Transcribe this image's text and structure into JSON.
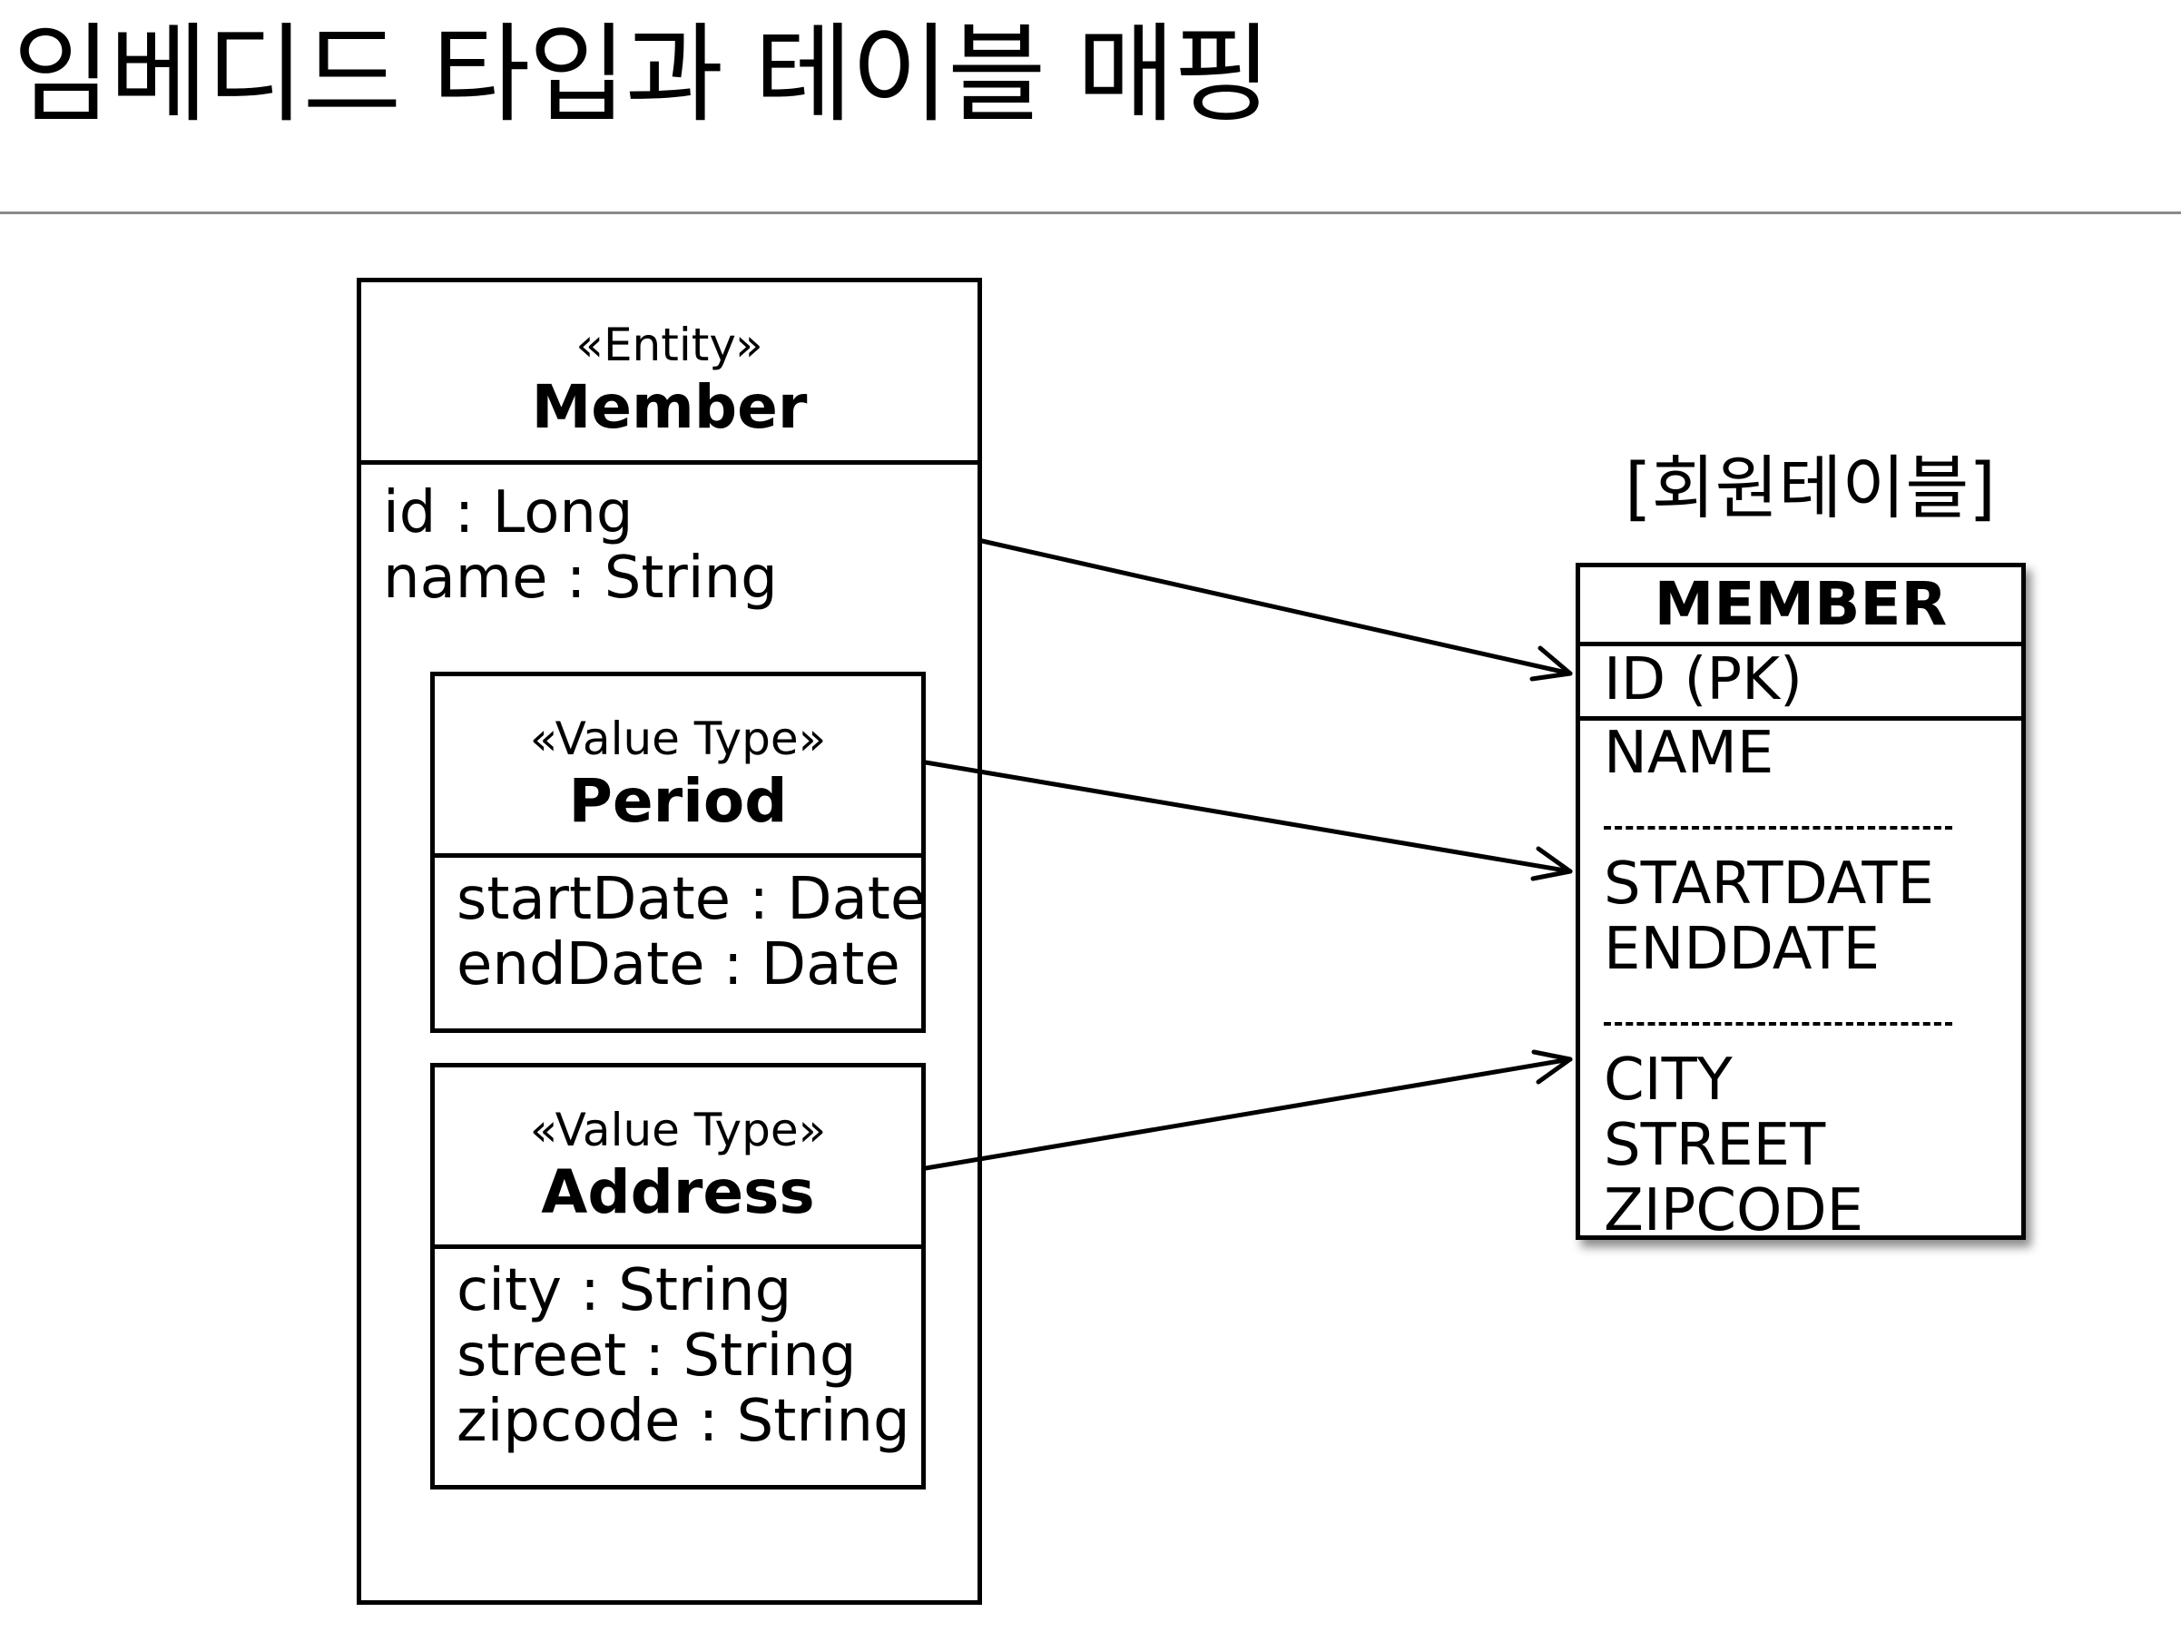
{
  "slide": {
    "title": "임베디드 타입과 테이블 매핑"
  },
  "entity": {
    "stereotype": "«Entity»",
    "name": "Member",
    "attributes": [
      "id : Long",
      "name : String"
    ]
  },
  "value_types": [
    {
      "stereotype": "«Value Type»",
      "name": "Period",
      "attributes": [
        "startDate : Date",
        "endDate : Date"
      ]
    },
    {
      "stereotype": "«Value Type»",
      "name": "Address",
      "attributes": [
        "city : String",
        "street : String",
        "zipcode : String"
      ]
    }
  ],
  "table": {
    "label": "[회원테이블]",
    "name": "MEMBER",
    "pk_column": "ID (PK)",
    "column_groups": [
      [
        "NAME"
      ],
      [
        "STARTDATE",
        "ENDDATE"
      ],
      [
        "CITY",
        "STREET",
        "ZIPCODE"
      ]
    ]
  },
  "mappings": [
    {
      "from": "Member",
      "to": "ID (PK)"
    },
    {
      "from": "Period",
      "to": "STARTDATE"
    },
    {
      "from": "Address",
      "to": "CITY"
    }
  ]
}
